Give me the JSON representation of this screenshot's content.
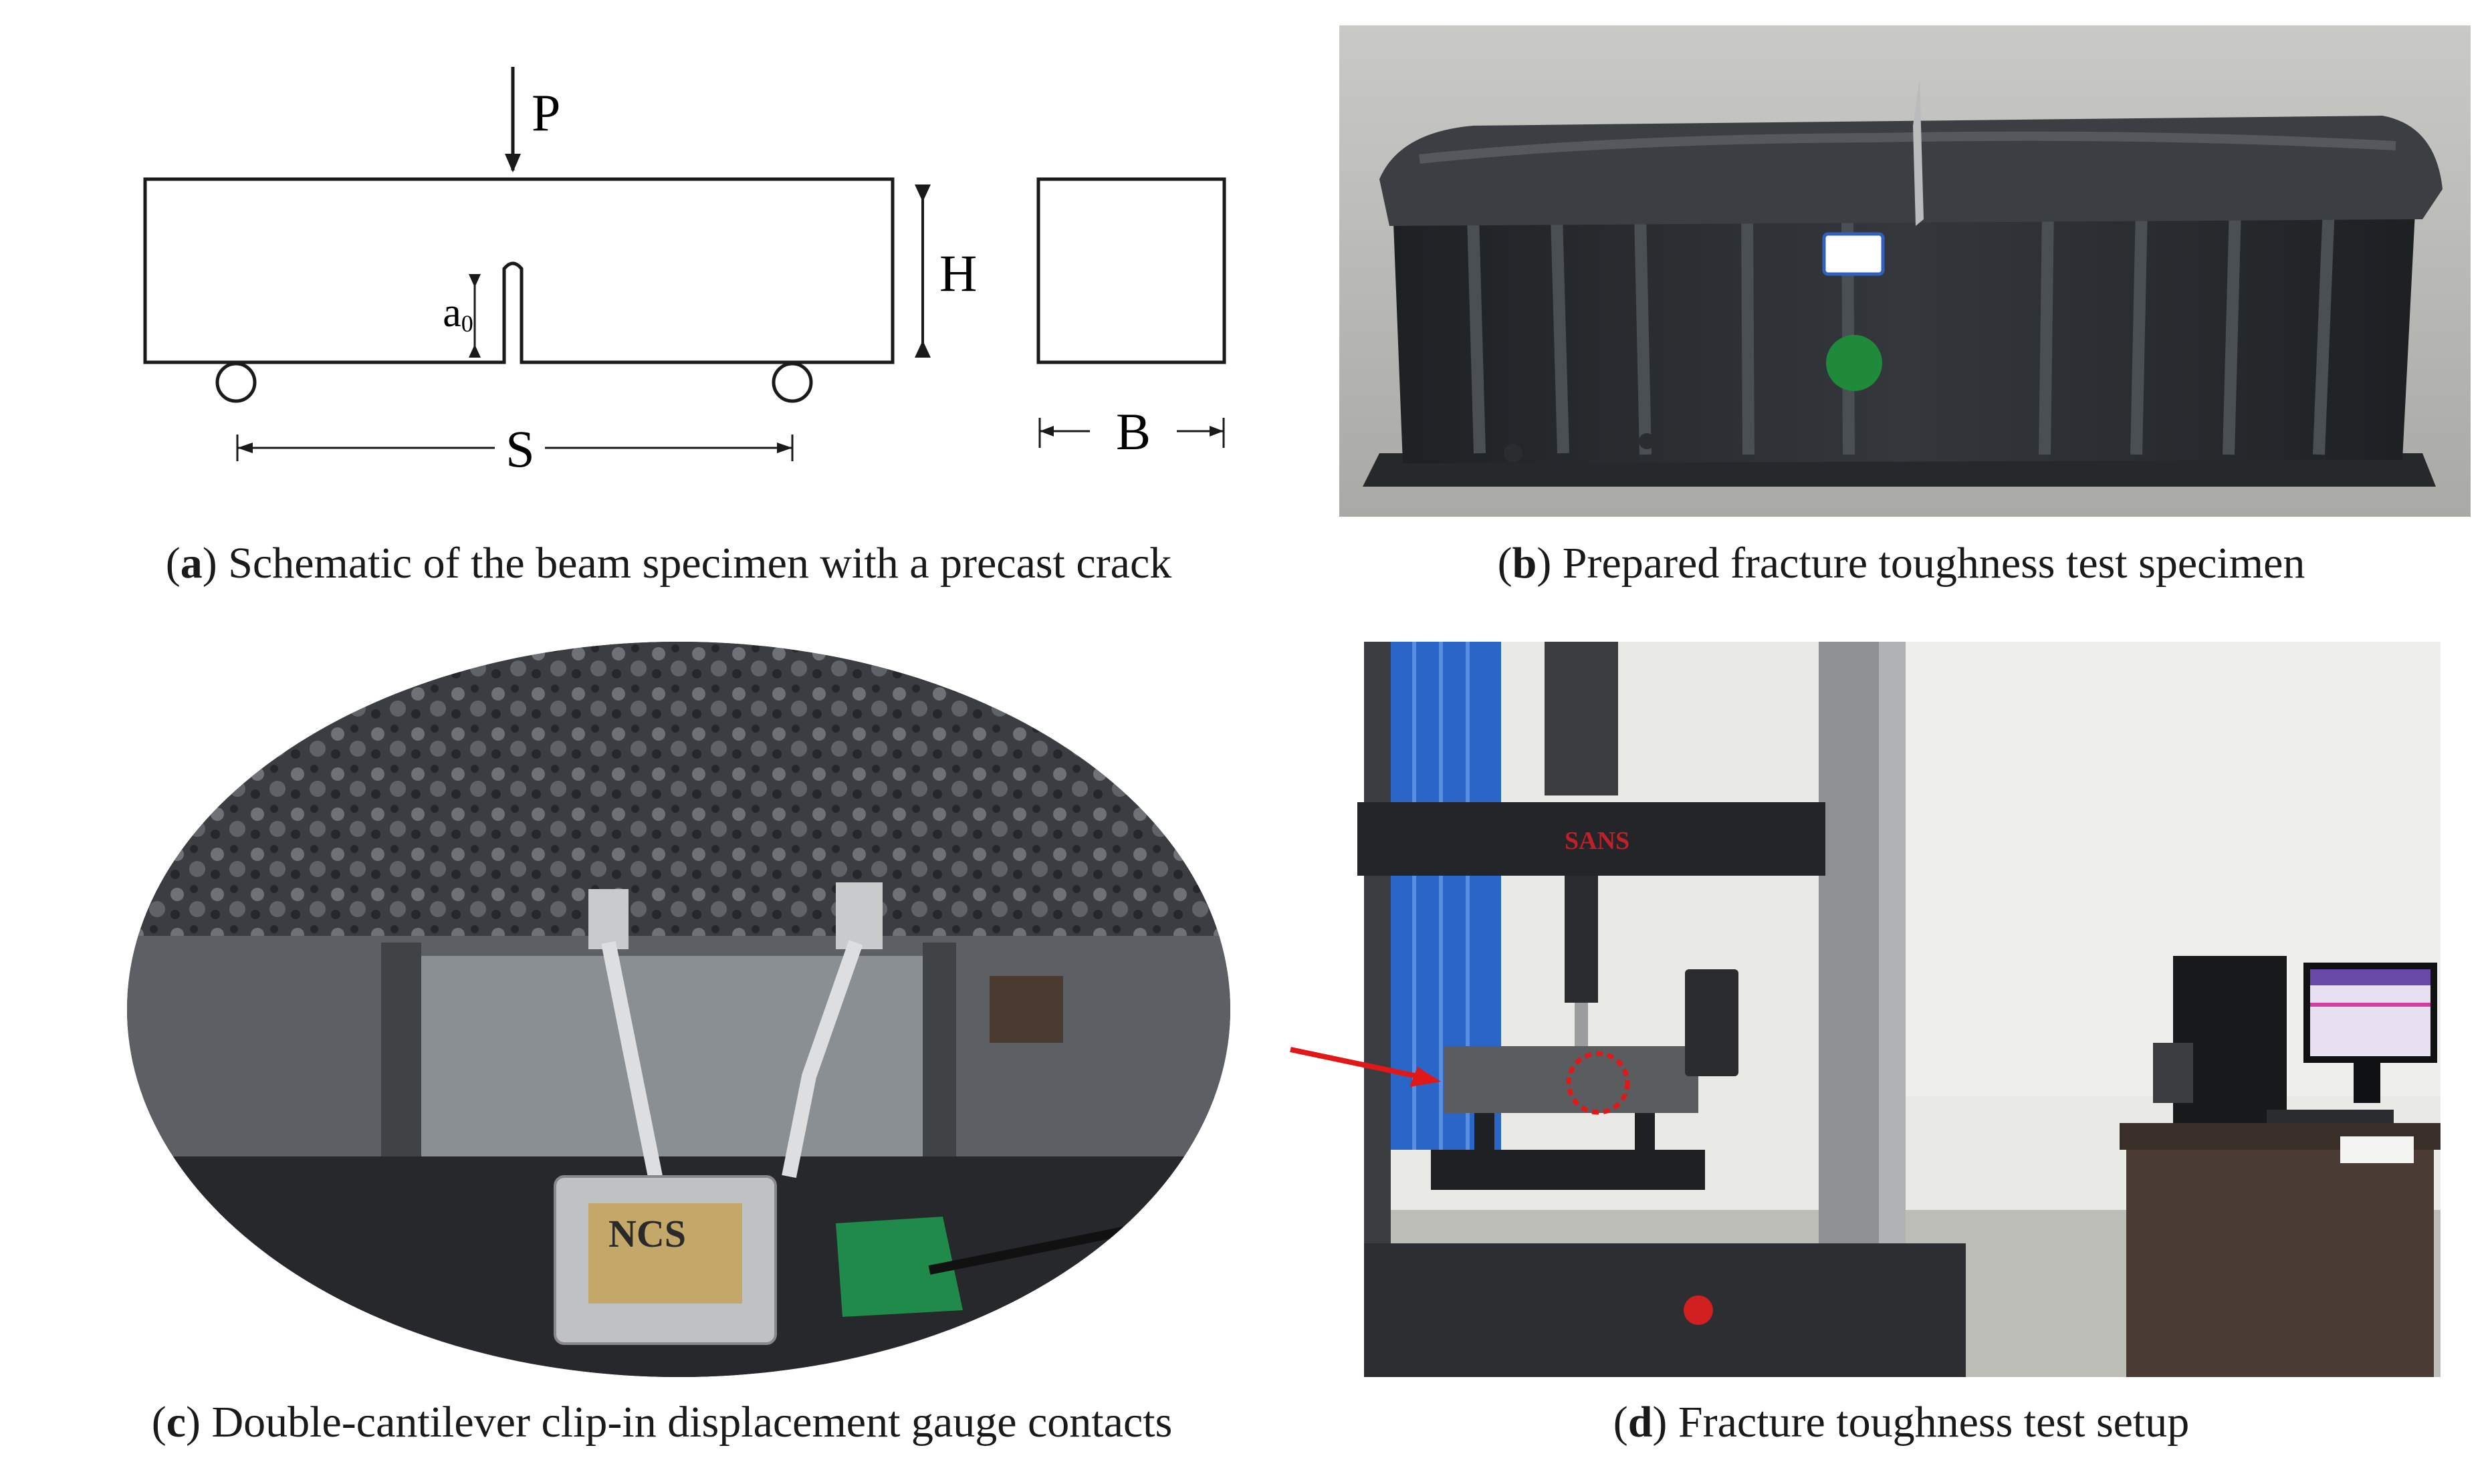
{
  "panel_a": {
    "labels": {
      "load": "P",
      "height": "H",
      "crack": "a",
      "crack_sub": "0",
      "span": "S",
      "width": "B"
    },
    "caption": {
      "letter": "a",
      "text": "Schematic of the beam specimen with a precast crack"
    }
  },
  "panel_b": {
    "caption": {
      "letter": "b",
      "text": "Prepared fracture toughness test specimen"
    }
  },
  "panel_c": {
    "gauge_label": "NCS",
    "caption": {
      "letter": "c",
      "text": "Double-cantilever clip-in displacement gauge contacts"
    }
  },
  "panel_d": {
    "machine_brand": "SANS",
    "caption": {
      "letter": "d",
      "text": "Fracture toughness test setup"
    }
  },
  "colors": {
    "arrow": "#e01818",
    "curtain": "#2a66c8",
    "specimen": "#2b2d30"
  }
}
